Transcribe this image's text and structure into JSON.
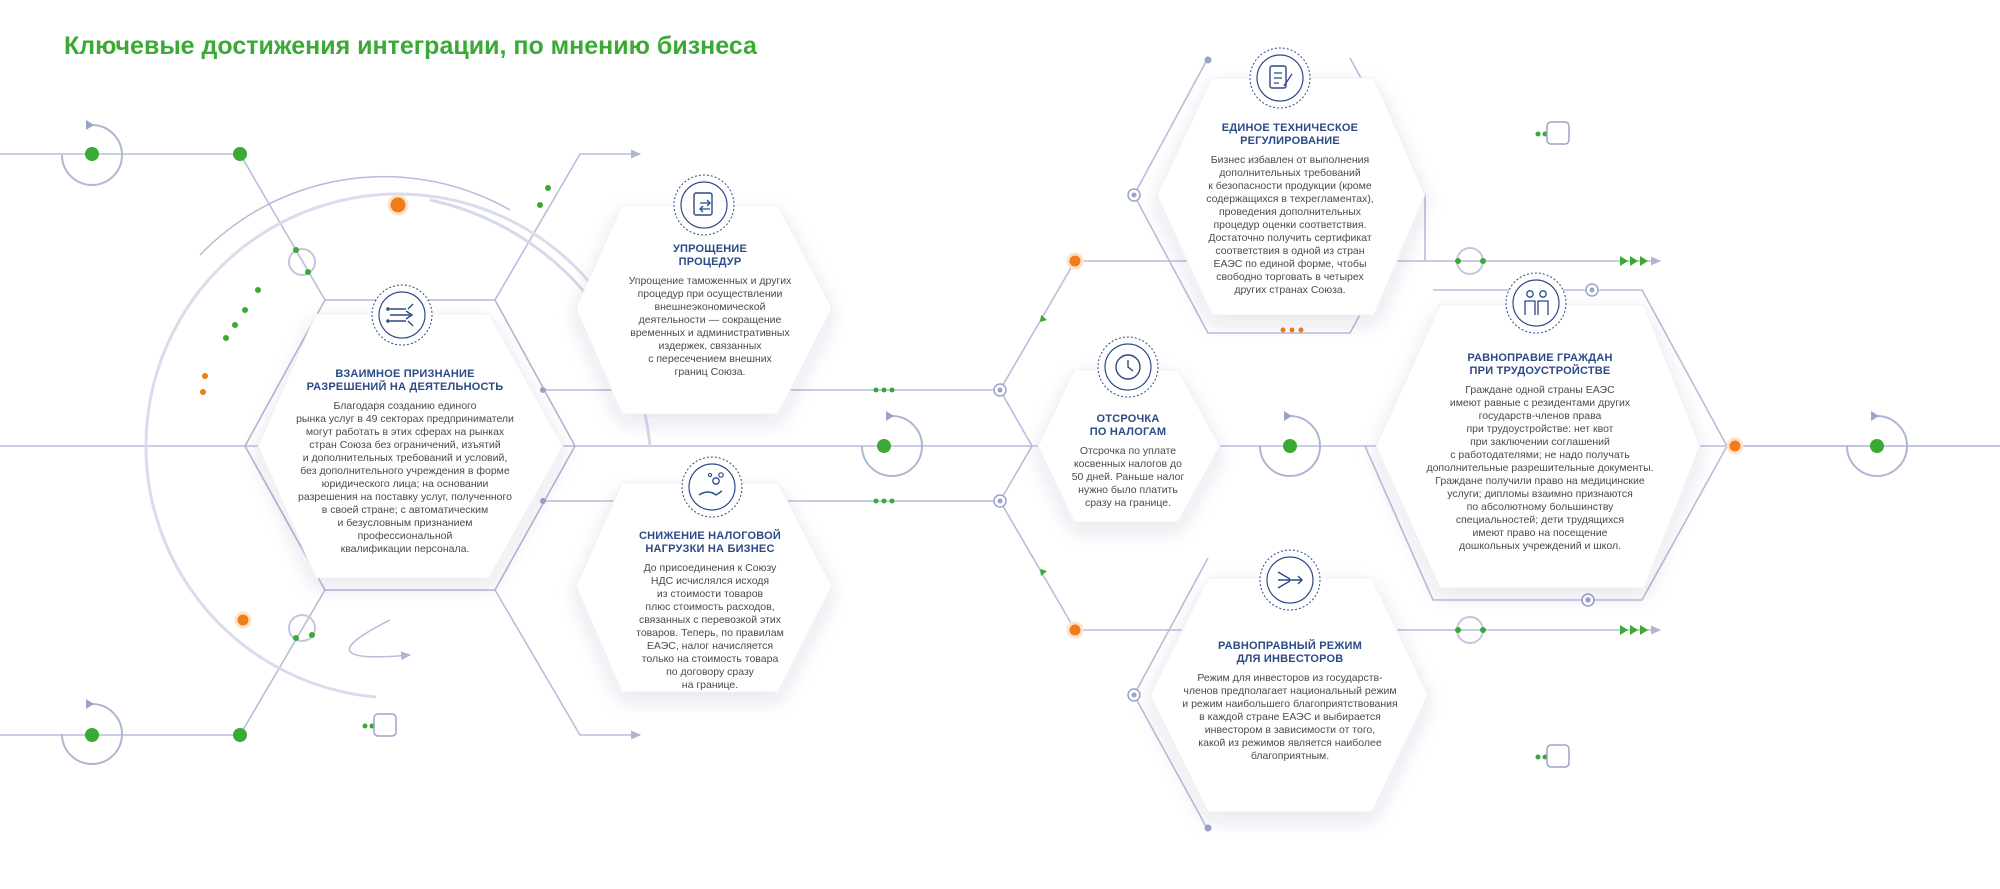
{
  "title": "Ключевые достижения интеграции, по мнению бизнеса",
  "colors": {
    "green": "#3aa935",
    "orange": "#f07d1a",
    "navy": "#2b4a86",
    "line": "#aeb6d3"
  },
  "cards": [
    {
      "id": "mutual",
      "icon": "arrows-network-icon",
      "title_1": "ВЗАИМНОЕ ПРИЗНАНИЕ",
      "title_2": "РАЗРЕШЕНИЙ НА ДЕЯТЕЛЬНОСТЬ",
      "lines": [
        "Благодаря созданию единого",
        "рынка услуг в 49 секторах предприниматели",
        "могут работать в этих сферах на рынках",
        "стран Союза без ограничений, изъятий",
        "и дополнительных требований и условий,",
        "без дополнительного учреждения в форме",
        "юридического лица; на основании",
        "разрешения на поставку услуг, полученного",
        "в своей стране; с автоматическим",
        "и безусловным признанием",
        "профессиональной",
        "квалификации персонала."
      ]
    },
    {
      "id": "simplification",
      "icon": "document-exchange-icon",
      "title_1": "УПРОЩЕНИЕ",
      "title_2": "ПРОЦЕДУР",
      "lines": [
        "Упрощение таможенных и других",
        "процедур при осуществлении",
        "внешнеэкономической",
        "деятельности — сокращение",
        "временных и административных",
        "издержек, связанных",
        "с пересечением внешних",
        "границ Союза."
      ]
    },
    {
      "id": "tax-burden",
      "icon": "coins-hand-icon",
      "title_1": "СНИЖЕНИЕ НАЛОГОВОЙ",
      "title_2": "НАГРУЗКИ НА БИЗНЕС",
      "lines": [
        "До присоединения к Союзу",
        "НДС исчислялся исходя",
        "из стоимости товаров",
        "плюс стоимость расходов,",
        "связанных с перевозкой этих",
        "товаров. Теперь, по правилам",
        "ЕАЭС, налог начисляется",
        "только на стоимость товара",
        "по договору сразу",
        "на границе."
      ]
    },
    {
      "id": "tax-deferral",
      "icon": "clock-icon",
      "title_1": "ОТСРОЧКА",
      "title_2": "ПО НАЛОГАМ",
      "lines": [
        "Отсрочка по уплате",
        "косвенных налогов до",
        "50 дней. Раньше налог",
        "нужно было платить",
        "сразу на границе."
      ]
    },
    {
      "id": "tech-regulation",
      "icon": "document-pen-icon",
      "title_1": "ЕДИНОЕ ТЕХНИЧЕСКОЕ",
      "title_2": "РЕГУЛИРОВАНИЕ",
      "lines": [
        "Бизнес избавлен от выполнения",
        "дополнительных требований",
        "к безопасности продукции (кроме",
        "содержащихся в техрегламентах),",
        "проведения дополнительных",
        "процедур оценки соответствия.",
        "Достаточно получить сертификат",
        "соответствия в одной из стран",
        "ЕАЭС по единой форме, чтобы",
        "свободно торговать в четырех",
        "других странах Союза."
      ]
    },
    {
      "id": "equal-employment",
      "icon": "people-icon",
      "title_1": "РАВНОПРАВИЕ ГРАЖДАН",
      "title_2": "ПРИ ТРУДОУСТРОЙСТВЕ",
      "lines": [
        "Граждане одной страны ЕАЭС",
        "имеют равные с резидентами других",
        "государств-членов права",
        "при трудоустройстве: нет квот",
        "при заключении соглашений",
        "с работодателями; не надо получать",
        "дополнительные разрешительные документы.",
        "Граждане получили право на медицинские",
        "услуги; дипломы взаимно признаются",
        "по абсолютному большинству",
        "специальностей; дети трудящихся",
        "имеют право на посещение",
        "дошкольных учреждений и школ."
      ]
    },
    {
      "id": "investors",
      "icon": "funnel-arrows-icon",
      "title_1": "РАВНОПРАВНЫЙ РЕЖИМ",
      "title_2": "ДЛЯ ИНВЕСТОРОВ",
      "lines": [
        "Режим для инвесторов из государств-",
        "членов предполагает национальный режим",
        "и режим наибольшего благоприятствования",
        "в каждой стране ЕАЭС и выбирается",
        "инвестором в зависимости от того,",
        "какой из режимов является наиболее",
        "благоприятным."
      ]
    }
  ]
}
